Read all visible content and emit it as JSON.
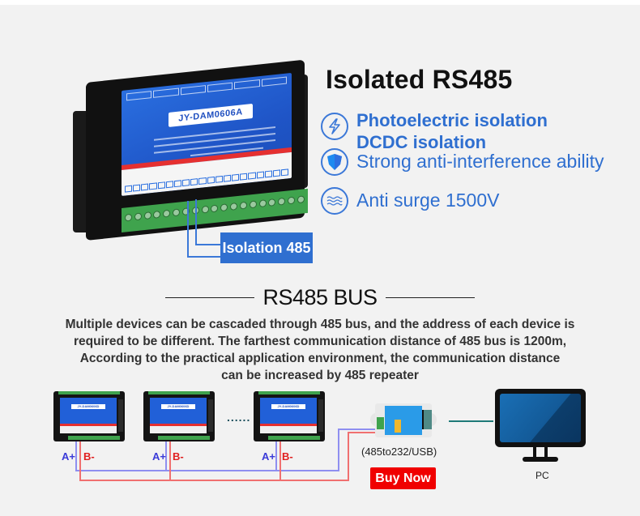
{
  "hero": {
    "title": "Isolated RS485",
    "device_model": "JY-DAM0606A",
    "callout": "Isolation 485"
  },
  "features": [
    {
      "icon": "lightning-icon",
      "lines": [
        "Photoelectric isolation",
        "DCDC isolation"
      ]
    },
    {
      "icon": "shield-icon",
      "lines": [
        "Strong anti-interference ability"
      ]
    },
    {
      "icon": "wave-icon",
      "lines": [
        "Anti surge 1500V"
      ]
    }
  ],
  "bus": {
    "heading": "RS485 BUS",
    "description": [
      "Multiple devices can be cascaded through 485 bus, and the address of each device is",
      "required to be different. The farthest communication distance of 485 bus is 1200m,",
      "According to the practical application environment, the communication distance",
      "can be increased by 485 repeater"
    ]
  },
  "diagram": {
    "device_model": "JY-DAM0606D",
    "ellipsis": "......",
    "a_label": "A+",
    "b_label": "B-",
    "converter_label": "(485to232/USB)",
    "buy_button": "Buy Now",
    "pc_label": "PC"
  },
  "colors": {
    "accent_blue": "#2f6fd0",
    "wire_a": "#8f8ff0",
    "wire_b": "#f07070",
    "buy_red": "#f00000"
  }
}
